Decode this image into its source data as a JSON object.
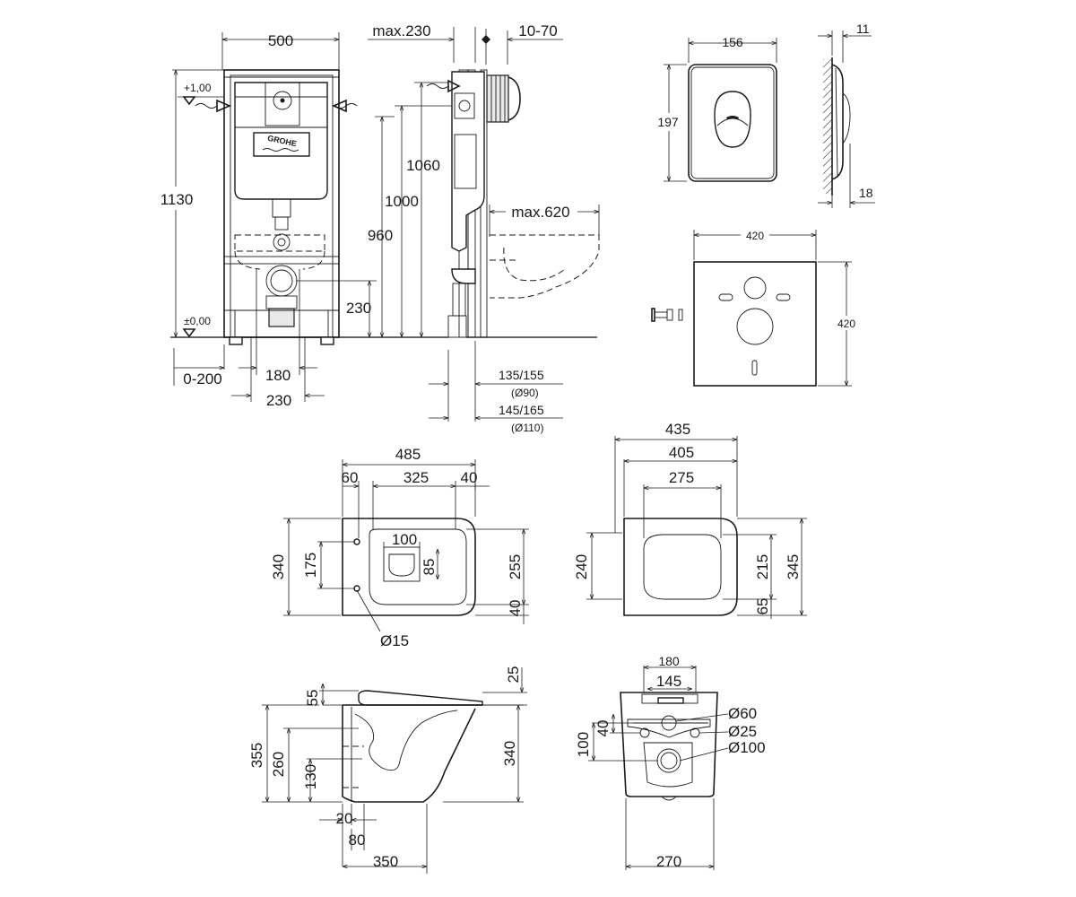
{
  "brand_logo": "GROHE",
  "frame_front": {
    "width": "500",
    "height": "1130",
    "level_top": "+1,00",
    "level_zero": "±0,00",
    "offset": "0-200",
    "d180": "180",
    "d230_bottom": "230",
    "d230_pipe": "230"
  },
  "frame_side": {
    "max230": "max.230",
    "d10_70": "10-70",
    "d1060": "1060",
    "d1000": "1000",
    "d960": "960",
    "max620": "max.620",
    "d135_155": "135/155",
    "d90": "(Ø90)",
    "d145_165": "145/165",
    "d110": "(Ø110)"
  },
  "flush_plate": {
    "width": "156",
    "height": "197",
    "thick11": "11",
    "thick18": "18"
  },
  "sound_pad": {
    "width": "420",
    "height": "420"
  },
  "bowl_top": {
    "d485": "485",
    "d60": "60",
    "d325": "325",
    "d40_top": "40",
    "d340": "340",
    "d175": "175",
    "d100": "100",
    "d85": "85",
    "d255": "255",
    "d40_side": "40",
    "d15": "Ø15"
  },
  "seat_top": {
    "d435": "435",
    "d405": "405",
    "d275": "275",
    "d240": "240",
    "d215": "215",
    "d345": "345",
    "d65": "65"
  },
  "bowl_side": {
    "d25": "25",
    "d55": "55",
    "d355": "355",
    "d260": "260",
    "d130": "130",
    "d340": "340",
    "d20": "20",
    "d80": "80",
    "d350": "350"
  },
  "bowl_rear": {
    "d180": "180",
    "d145": "145",
    "d60": "Ø60",
    "d25": "Ø25",
    "d100dia": "Ø100",
    "d40": "40",
    "d100": "100",
    "d270": "270"
  }
}
